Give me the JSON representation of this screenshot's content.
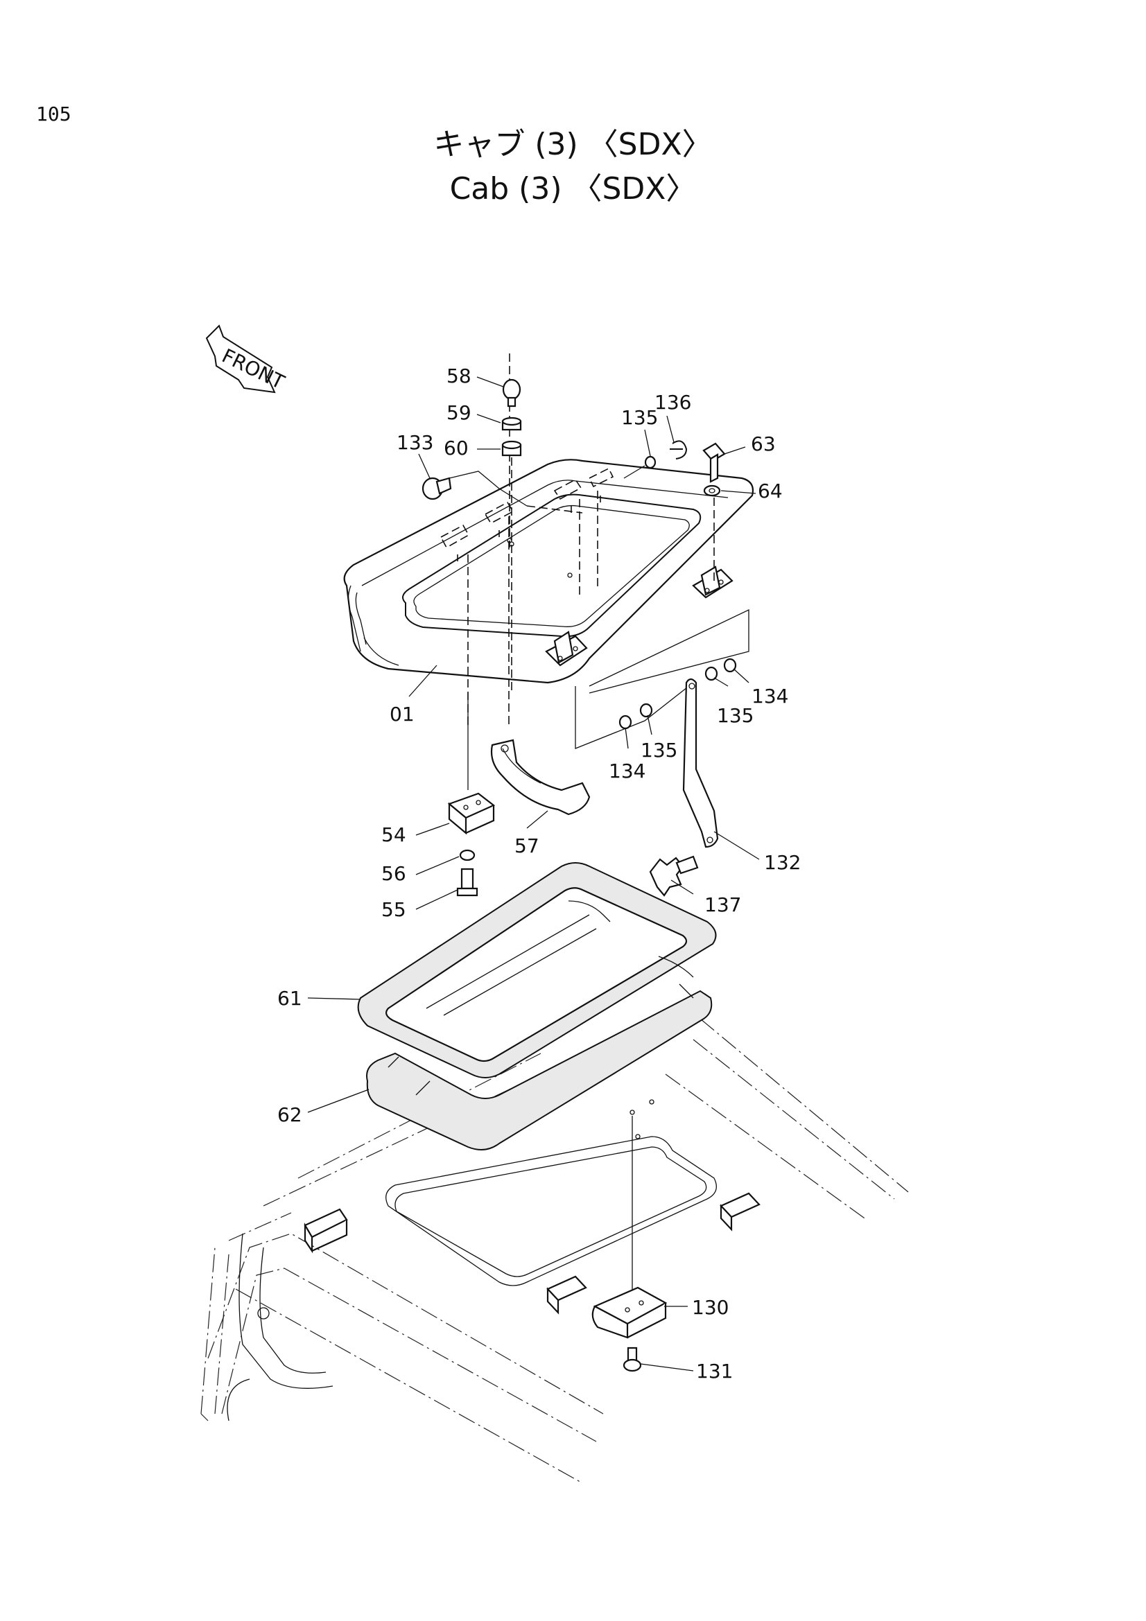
{
  "page": {
    "number": "105",
    "title_jp": "キャブ (3) 〈SDX〉",
    "title_en": "Cab (3) 〈SDX〉"
  },
  "front_arrow": {
    "label": "FRONT",
    "icon": "front-arrow-icon"
  },
  "callouts": [
    {
      "id": "c58",
      "label": "58"
    },
    {
      "id": "c59",
      "label": "59"
    },
    {
      "id": "c60",
      "label": "60"
    },
    {
      "id": "c133",
      "label": "133"
    },
    {
      "id": "c135a",
      "label": "135"
    },
    {
      "id": "c136",
      "label": "136"
    },
    {
      "id": "c63",
      "label": "63"
    },
    {
      "id": "c64",
      "label": "64"
    },
    {
      "id": "c01",
      "label": "01"
    },
    {
      "id": "c134a",
      "label": "134"
    },
    {
      "id": "c135b",
      "label": "135"
    },
    {
      "id": "c135c",
      "label": "135"
    },
    {
      "id": "c134b",
      "label": "134"
    },
    {
      "id": "c54",
      "label": "54"
    },
    {
      "id": "c57",
      "label": "57"
    },
    {
      "id": "c132",
      "label": "132"
    },
    {
      "id": "c56",
      "label": "56"
    },
    {
      "id": "c137",
      "label": "137"
    },
    {
      "id": "c55",
      "label": "55"
    },
    {
      "id": "c61",
      "label": "61"
    },
    {
      "id": "c62",
      "label": "62"
    },
    {
      "id": "c130",
      "label": "130"
    },
    {
      "id": "c131",
      "label": "131"
    }
  ]
}
